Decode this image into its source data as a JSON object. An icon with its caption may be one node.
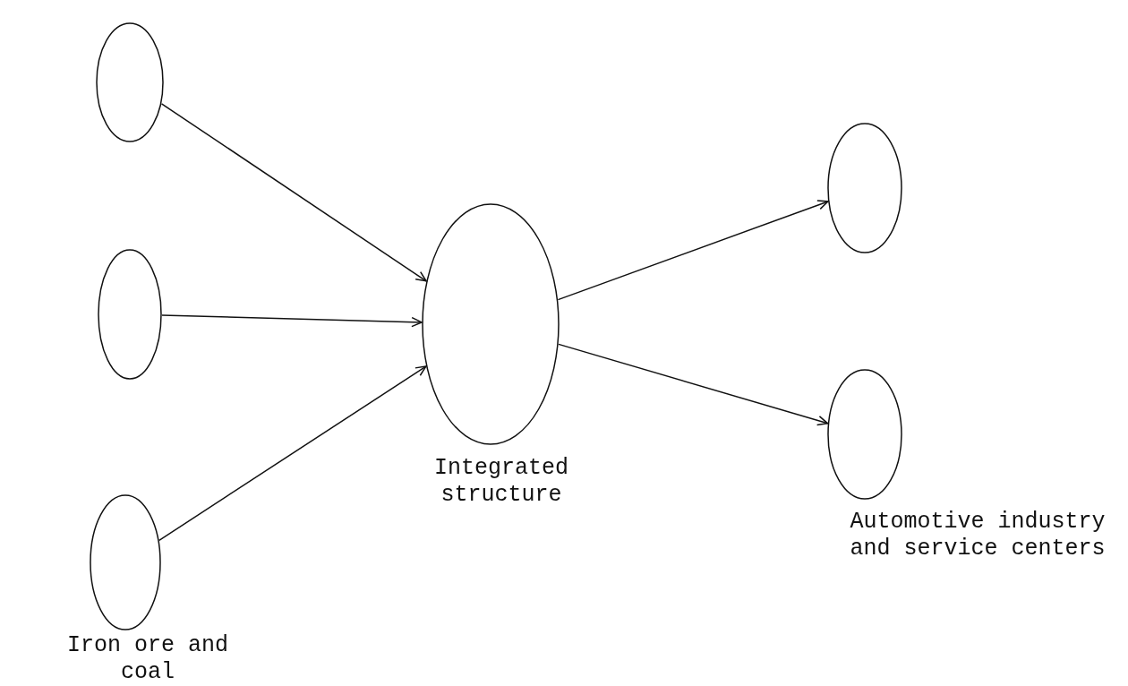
{
  "diagram": {
    "nodes": [
      {
        "text": [],
        "shape": "ellipse"
      },
      {
        "text": [],
        "shape": "ellipse"
      },
      {
        "text": [],
        "shape": "ellipse",
        "beside": [
          "Iron ore and coal"
        ]
      },
      {
        "text": [],
        "shape": "ellipse",
        "beside": [
          "Integrated structure"
        ]
      },
      {
        "text": [],
        "shape": "ellipse"
      },
      {
        "text": [],
        "shape": "ellipse",
        "beside": [
          "Automotive industry and service centers"
        ]
      }
    ],
    "edges": [
      {
        "from": 0,
        "to": 3,
        "arrow": "to"
      },
      {
        "from": 1,
        "to": 3,
        "arrow": "to"
      },
      {
        "from": 2,
        "to": 3,
        "arrow": "to"
      },
      {
        "from": 3,
        "to": 4,
        "arrow": "to"
      },
      {
        "from": 3,
        "to": 5,
        "arrow": "to"
      }
    ]
  }
}
